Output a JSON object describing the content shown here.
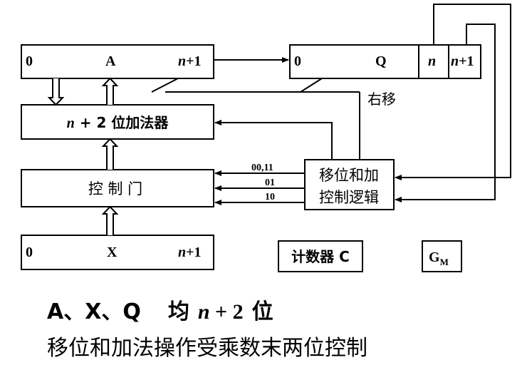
{
  "registers": {
    "a": {
      "left": "0",
      "name": "A",
      "right_var": "n",
      "right_suffix": "+1"
    },
    "q": {
      "left": "0",
      "name": "Q",
      "bit_n": "n",
      "bit_n1_var": "n",
      "bit_n1_suffix": "+1"
    },
    "x": {
      "left": "0",
      "name": "X",
      "right_var": "n",
      "right_suffix": "+1"
    }
  },
  "adder": {
    "var": "n",
    "text": " + 2 位加法器"
  },
  "gate": {
    "label": "控 制 门"
  },
  "logic": {
    "line1": "移位和加",
    "line2": "控制逻辑"
  },
  "signals": [
    "00,11",
    "01",
    "10"
  ],
  "shift_label": "右移",
  "counter": {
    "label": "计数器 C"
  },
  "gm": {
    "base": "G",
    "sub": "M"
  },
  "notes": {
    "line1_a": "A、X、Q",
    "line1_b": "均",
    "line1_var": "n",
    "line1_c": " + 2",
    "line1_d": "位",
    "line2": "移位和加法操作受乘数末两位控制"
  },
  "colors": {
    "line": "#000000",
    "background": "#ffffff"
  }
}
